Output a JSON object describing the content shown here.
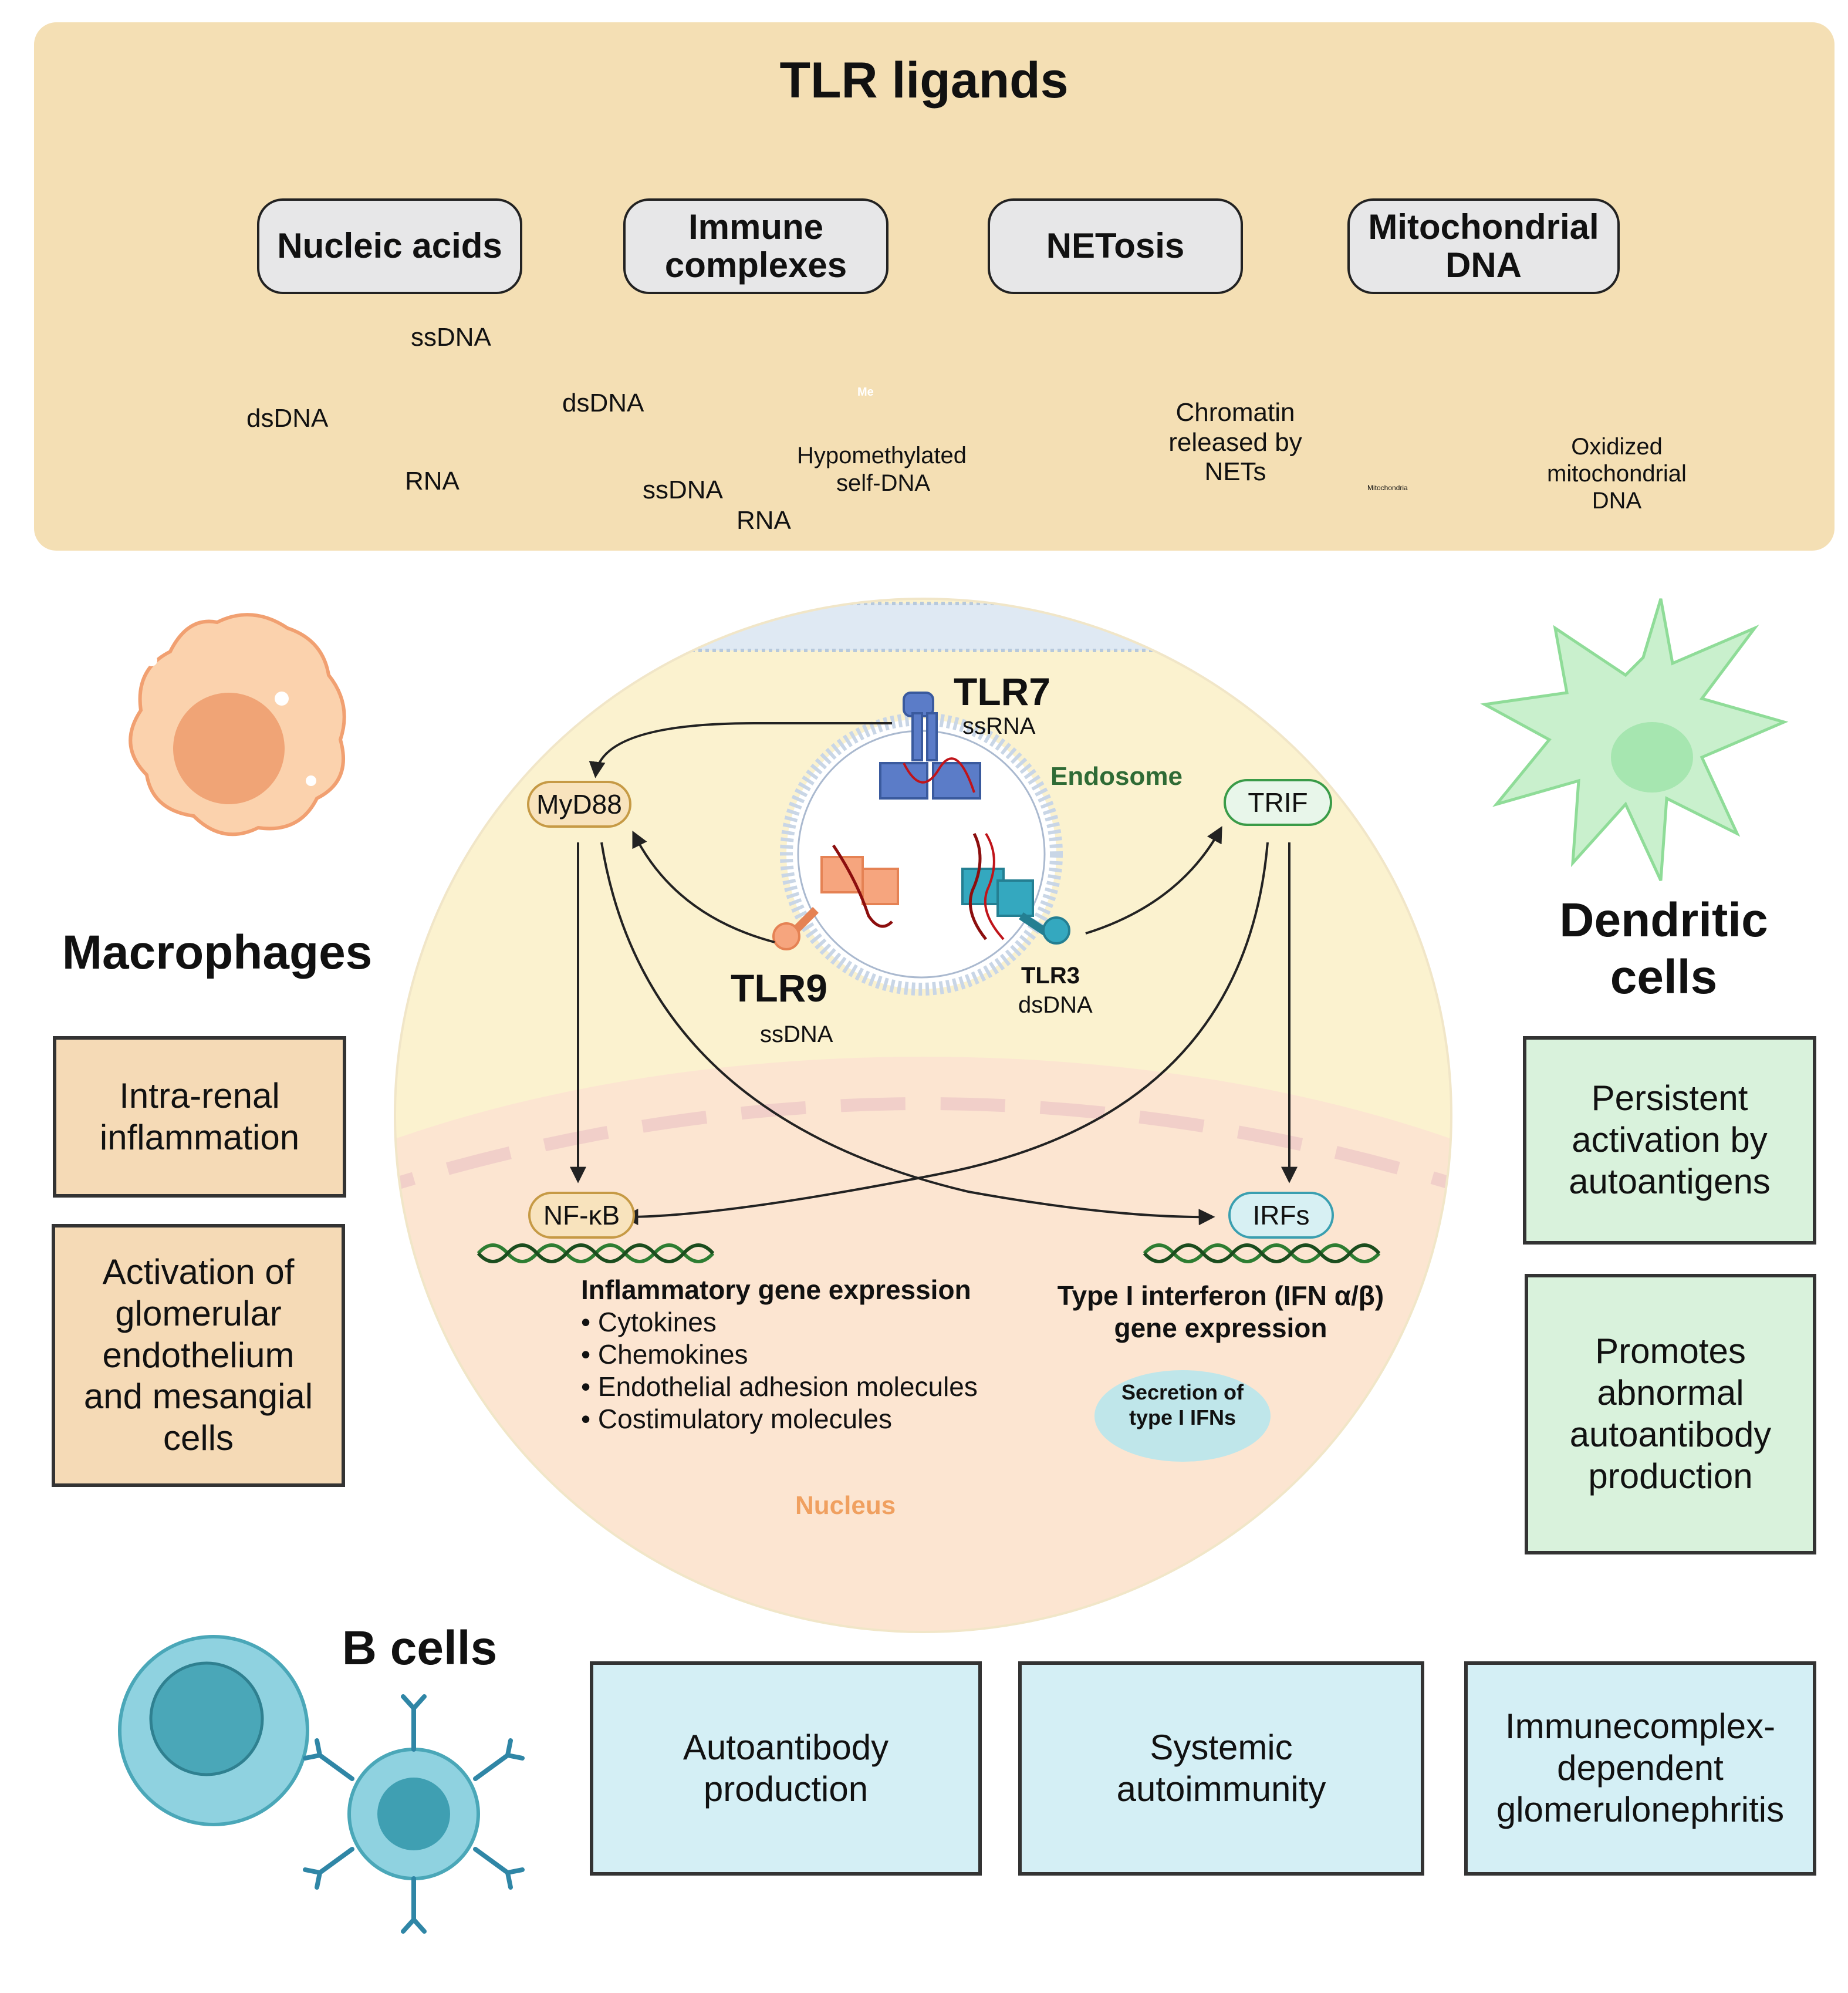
{
  "top": {
    "title": "TLR ligands",
    "categories": [
      {
        "label": "Nucleic acids"
      },
      {
        "label": "Immune\ncomplexes"
      },
      {
        "label": "NETosis"
      },
      {
        "label": "Mitochondrial\nDNA"
      }
    ],
    "nucleic": {
      "ssdna": "ssDNA",
      "dsdna": "dsDNA",
      "rna": "RNA"
    },
    "immune": {
      "dsdna": "dsDNA",
      "ssdna": "ssDNA",
      "rna": "RNA",
      "hypo1": "Hypomethylated",
      "hypo2": "self-DNA",
      "me": "Me"
    },
    "netosis": {
      "text": "Chromatin\nreleased by\nNETs"
    },
    "mito": {
      "text": "Oxidized\nmitochondrial\nDNA",
      "small_label": "Mitochondria"
    }
  },
  "macrophages": {
    "title": "Macrophages",
    "boxes": [
      "Intra-renal\ninflammation",
      "Activation of\nglomerular\nendothelium\nand mesangial\ncells"
    ]
  },
  "dendritic": {
    "title": "Dendritic\ncells",
    "boxes": [
      "Persistent\nactivation by\nautoantigens",
      "Promotes\nabnormal\nautoantibody\nproduction"
    ]
  },
  "bcells": {
    "title": "B cells",
    "boxes": [
      "Autoantibody\nproduction",
      "Systemic\nautoimmunity",
      "Immunecomplex-\ndependent\nglomerulonephritis"
    ]
  },
  "center": {
    "tlr7": "TLR7",
    "tlr7_ligand": "ssRNA",
    "tlr9": "TLR9",
    "tlr9_ligand": "ssDNA",
    "tlr3": "TLR3",
    "tlr3_ligand": "dsDNA",
    "endosome": "Endosome",
    "myd88": "MyD88",
    "trif": "TRIF",
    "nfkb": "NF-κB",
    "irfs": "IRFs",
    "inflam_title": "Inflammatory gene expression",
    "inflam_items": [
      "• Cytokines",
      "• Chemokines",
      "• Endothelial adhesion molecules",
      "• Costimulatory molecules"
    ],
    "ifn_title": "Type I interferon (IFN α/β)\ngene expression",
    "secretion": "Secretion of\ntype I IFNs",
    "nucleus": "Nucleus"
  },
  "colors": {
    "top_panel": "#f4dfb4",
    "macrophage_box": "#f5dab6",
    "dendritic_box": "#d9f2dc",
    "bcell_box": "#d4eff5",
    "endosome_label": "#2f6b35",
    "nucleus_label": "#f0a060"
  }
}
